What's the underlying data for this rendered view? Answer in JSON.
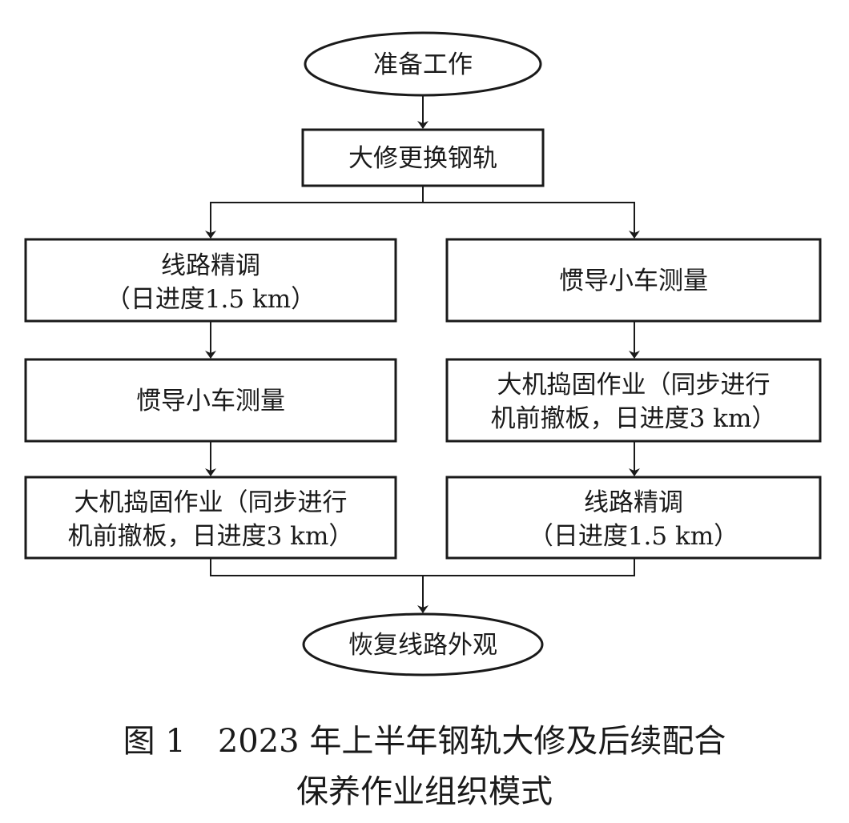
{
  "flowchart": {
    "start": "准备工作",
    "step1": "大修更换钢轨",
    "left_branch": {
      "step_a": [
        "线路精调",
        "（日进度1.5 km）"
      ],
      "step_b": [
        "惯导小车测量"
      ],
      "step_c": [
        "大机捣固作业（同步进行",
        "机前撤板，日进度3 km）"
      ]
    },
    "right_branch": {
      "step_a": [
        "惯导小车测量"
      ],
      "step_b": [
        "大机捣固作业（同步进行",
        "机前撤板，日进度3 km）"
      ],
      "step_c": [
        "线路精调",
        "（日进度1.5 km）"
      ]
    },
    "end": "恢复线路外观"
  },
  "caption": {
    "line1": "图 1　2023 年上半年钢轨大修及后续配合",
    "line2": "保养作业组织模式"
  },
  "colors": {
    "stroke": "#1a1a1a",
    "background": "#ffffff"
  }
}
